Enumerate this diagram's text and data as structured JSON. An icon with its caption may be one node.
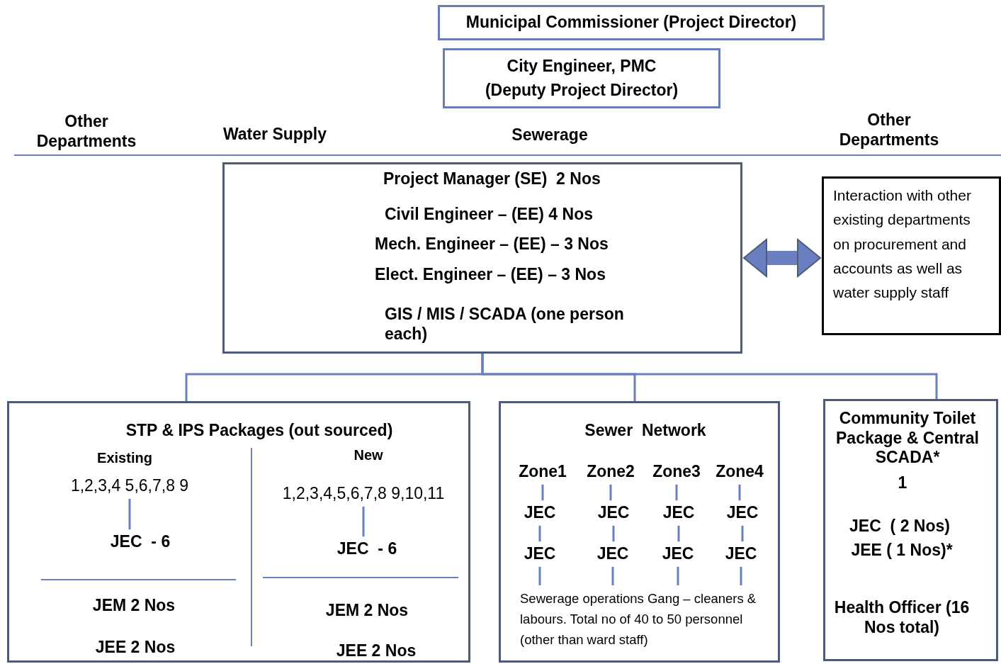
{
  "diagram": {
    "nodes": [
      {
        "text": [
          "Municipal Commissioner (Project Director)"
        ]
      },
      {
        "text": [
          "City Engineer, PMC",
          "(Deputy Project Director)"
        ]
      },
      {
        "text": [
          "Project Manager (SE)  2 Nos",
          "Civil Engineer – (EE) 4 Nos",
          "Mech. Engineer – (EE) – 3 Nos",
          "Elect. Engineer – (EE) – 3 Nos",
          "GIS / MIS / SCADA (one person each)"
        ]
      },
      {
        "text": [
          "Interaction with other existing departments on procurement and accounts as well as water supply staff"
        ]
      },
      {
        "text": [
          "STP & IPS Packages (out sourced)",
          "Existing",
          "JEM 2 Nos",
          "JEE 2 Nos",
          "New",
          "JEM 2 Nos",
          "JEE 2 Nos"
        ]
      },
      {
        "text": [
          "1,2,3,4 5,6,7,8 9"
        ],
        "in": 4
      },
      {
        "text": [
          "JEC  - 6"
        ],
        "in": 4
      },
      {
        "text": [
          "1,2,3,4,5,6,7,8 9,10,11"
        ],
        "in": 4
      },
      {
        "text": [
          "JEC  - 6"
        ],
        "in": 4
      },
      {
        "text": [
          "Sewer  Network"
        ]
      },
      {
        "text": [
          "Zone1"
        ],
        "in": 9
      },
      {
        "text": [
          "Zone2"
        ],
        "in": 9
      },
      {
        "text": [
          "Zone3"
        ],
        "in": 9
      },
      {
        "text": [
          "Zone4"
        ],
        "in": 9
      },
      {
        "text": [
          "JEC"
        ],
        "in": 9
      },
      {
        "text": [
          "JEC"
        ],
        "in": 9
      },
      {
        "text": [
          "JEC"
        ],
        "in": 9
      },
      {
        "text": [
          "JEC"
        ],
        "in": 9
      },
      {
        "text": [
          "JEC"
        ],
        "in": 9
      },
      {
        "text": [
          "JEC"
        ],
        "in": 9
      },
      {
        "text": [
          "JEC"
        ],
        "in": 9
      },
      {
        "text": [
          "JEC"
        ],
        "in": 9
      },
      {
        "text": [
          "Sewerage operations Gang – cleaners & labours. Total no of 40 to 50 personnel (other than ward staff)"
        ],
        "in": 9
      },
      {
        "text": [
          "Community Toilet Package & Central SCADA*",
          "1",
          "JEC  ( 2 Nos)",
          "JEE ( 1 Nos)*",
          "Health Officer (16 Nos total)"
        ]
      }
    ],
    "edges": [
      {
        "from": 2,
        "to": 3,
        "arrow": "both",
        "style": "thick"
      },
      {
        "from": 2,
        "to": 4,
        "arrow": "none"
      },
      {
        "from": 2,
        "to": 9,
        "arrow": "none"
      },
      {
        "from": 2,
        "to": 23,
        "arrow": "none"
      },
      {
        "from": 5,
        "to": 6,
        "arrow": "none"
      },
      {
        "from": 7,
        "to": 8,
        "arrow": "none"
      },
      {
        "from": 10,
        "to": 14,
        "arrow": "none"
      },
      {
        "from": 11,
        "to": 15,
        "arrow": "none"
      },
      {
        "from": 12,
        "to": 16,
        "arrow": "none"
      },
      {
        "from": 13,
        "to": 17,
        "arrow": "none"
      },
      {
        "from": 14,
        "to": 18,
        "arrow": "none"
      },
      {
        "from": 15,
        "to": 19,
        "arrow": "none"
      },
      {
        "from": 16,
        "to": 20,
        "arrow": "none"
      },
      {
        "from": 17,
        "to": 21,
        "arrow": "none"
      },
      {
        "from": 18,
        "to": 22,
        "arrow": "none"
      },
      {
        "from": 19,
        "to": 22,
        "arrow": "none"
      },
      {
        "from": 20,
        "to": 22,
        "arrow": "none"
      },
      {
        "from": 21,
        "to": 22,
        "arrow": "none"
      }
    ],
    "labels": [
      "Other Departments",
      "Water Supply",
      "Sewerage",
      "Other Departments"
    ]
  }
}
